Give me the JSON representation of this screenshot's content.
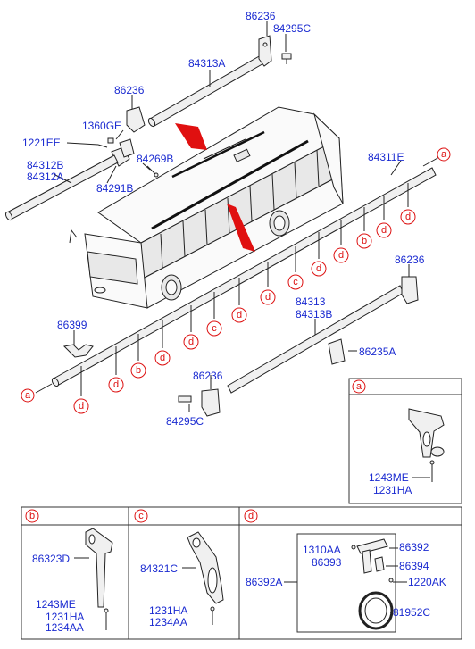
{
  "labels": {
    "l86236_top": "86236",
    "l84295c_top": "84295C",
    "l84313a": "84313A",
    "l86236_b": "86236",
    "l1360ge": "1360GE",
    "l1221ee": "1221EE",
    "l84269b": "84269B",
    "l84312b": "84312B",
    "l84312a": "84312A",
    "l84291b": "84291B",
    "l84311e": "84311E",
    "l86236_r": "86236",
    "l84313": "84313",
    "l84313b": "84313B",
    "l86235a": "86235A",
    "l86399": "86399",
    "l86236_bot": "86236",
    "l84295c_bot": "84295C",
    "l1243me_a": "1243ME",
    "l1231ha_a": "1231HA",
    "l86323d": "86323D",
    "l1243me_b": "1243ME",
    "l1231ha_b": "1231HA",
    "l1234aa_b": "1234AA",
    "l84321c": "84321C",
    "l1231ha_c": "1231HA",
    "l1234aa_c": "1234AA",
    "l86392a": "86392A",
    "l1310aa": "1310AA",
    "l86393": "86393",
    "l86392": "86392",
    "l86394": "86394",
    "l1220ak": "1220AK",
    "l81952c": "81952C"
  },
  "callouts": {
    "a": "a",
    "b": "b",
    "c": "c",
    "d": "d"
  },
  "panels": {
    "a": "a",
    "b": "b",
    "c": "c",
    "d": "d"
  },
  "colors": {
    "label": "#1b2bd1",
    "callout": "#d11111",
    "arrow_red": "#e01010",
    "line": "#222222"
  }
}
